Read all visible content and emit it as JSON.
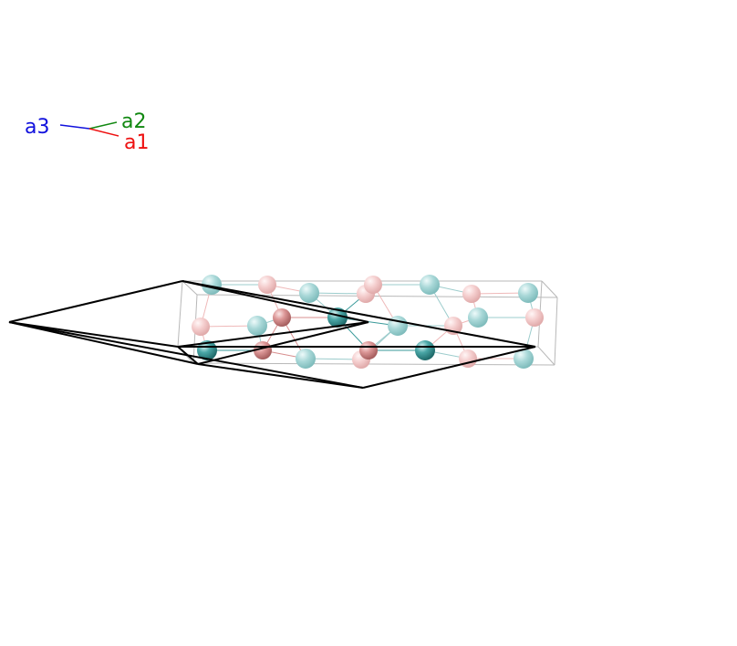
{
  "axes": {
    "a1": {
      "label": "a1",
      "color": "#ee1111"
    },
    "a2": {
      "label": "a2",
      "color": "#118811"
    },
    "a3": {
      "label": "a3",
      "color": "#1111dd"
    }
  },
  "colors": {
    "background": "#ffffff",
    "cell_edge": "#000000",
    "box_edge": "#b8b8b8",
    "teal_atom": "#3a9a9a",
    "pink_atom": "#d88f8f"
  }
}
